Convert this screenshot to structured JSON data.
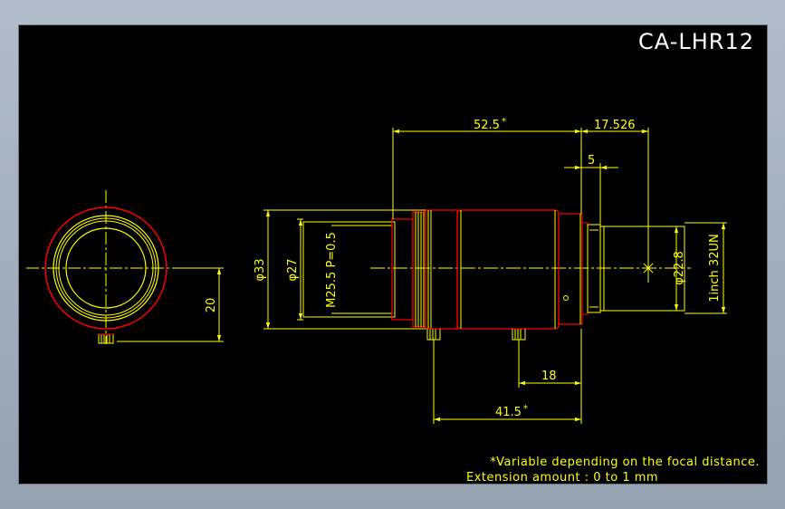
{
  "drawing": {
    "title": "CA-LHR12",
    "note_line1": "*Variable depending on the focal distance.",
    "note_line2": "Extension amount : 0 to 1 mm",
    "colors": {
      "background": "#000000",
      "outline": "#ffff00",
      "dimension": "#ffff00",
      "body_edge": "#ff0000",
      "text": "#ffffff"
    }
  },
  "dimensions": {
    "overall_length": "52.5",
    "overall_length_mark": "*",
    "back_length": "17.526",
    "flange_width": "5",
    "outer_diameter": "φ33",
    "inner_diameter": "φ27",
    "front_thread": "M25.5 P=0.5",
    "rear_diameter": "φ22.8",
    "mount_thread": "1inch 32UN",
    "screw_offset": "18",
    "screw_to_flange": "41.5",
    "screw_to_flange_mark": "*",
    "end_view_height": "20"
  }
}
